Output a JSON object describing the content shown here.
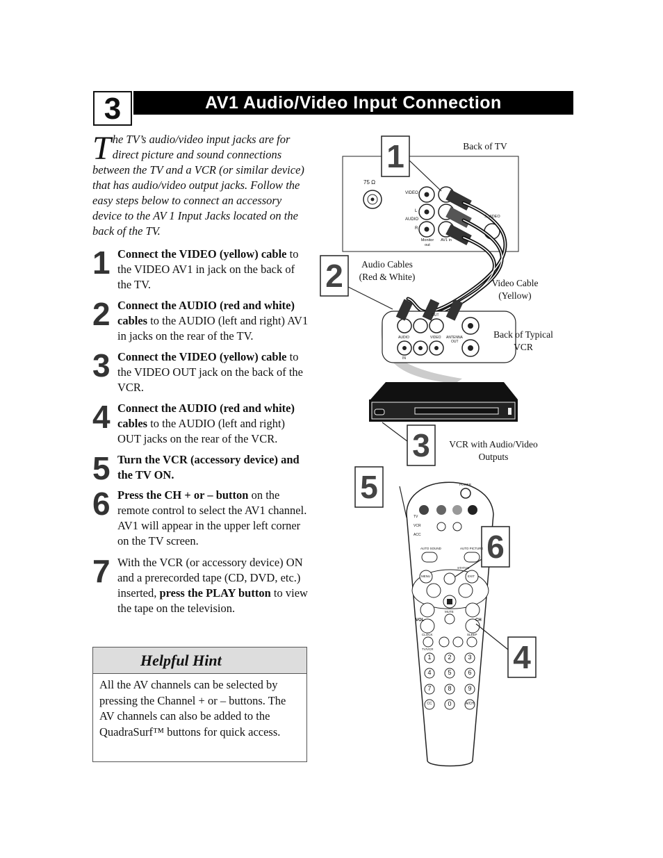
{
  "section": {
    "number": "3",
    "title": "AV1 Audio/Video Input Connection"
  },
  "intro": {
    "dropcap": "T",
    "text": "he TV’s audio/video input jacks are for direct picture and sound connections between the TV and a VCR (or similar device) that has audio/video output jacks. Follow the easy steps below to connect an accessory device to the AV 1 Input Jacks located on the back of the TV."
  },
  "steps": [
    {
      "num": "1",
      "bold": "Connect the VIDEO (yellow) cable",
      "rest": " to the VIDEO AV1 in jack on the back of the TV."
    },
    {
      "num": "2",
      "bold": "Connect the AUDIO (red and white) cables",
      "rest": " to the AUDIO (left and right) AV1 in jacks on the rear of the TV."
    },
    {
      "num": "3",
      "bold": "Connect the VIDEO (yellow) cable",
      "rest": " to the VIDEO OUT jack on the back of the VCR."
    },
    {
      "num": "4",
      "bold": "Connect the AUDIO (red and white) cables",
      "rest": " to the AUDIO (left and right) OUT jacks on the rear of the VCR."
    },
    {
      "num": "5",
      "bold": "Turn the VCR (accessory device) and the TV ON.",
      "rest": ""
    },
    {
      "num": "6",
      "bold": "Press the CH + or – button",
      "rest": " on the remote control to select the AV1 channel. AV1 will appear in the upper left corner on the TV screen."
    },
    {
      "num": "7",
      "pre": "With the VCR (or accessory device) ON and a prerecorded tape (CD, DVD, etc.) inserted, ",
      "bold": "press the PLAY button",
      "rest": " to view the tape on the television."
    }
  ],
  "hint": {
    "title": "Helpful Hint",
    "body": "All the AV channels can be selected by pressing the Channel + or – buttons. The AV channels can also be added to the QuadraSurf™ buttons for quick access."
  },
  "figure": {
    "back_of_tv": "Back of TV",
    "audio_cables": "Audio Cables (Red & White)",
    "video_cable": "Video Cable (Yellow)",
    "back_of_vcr": "Back of Typical VCR",
    "vcr_with": "VCR with Audio/Video Outputs",
    "tv_panel": {
      "ohm": "75 Ω",
      "video": "VIDEO",
      "l": "L",
      "audio": "AUDIO",
      "r": "R",
      "monitor_out": "Monitor out",
      "av1_in": "AV1 in",
      "svideo": "S-VIDEO"
    },
    "vcr_panel": {
      "out": "OUT",
      "audio": "AUDIO",
      "video": "VIDEO",
      "in": "IN",
      "antenna": "ANTENNA",
      "antenna_out": "OUT"
    },
    "remote": {
      "power": "POWER",
      "tv": "TV",
      "vcr": "VCR",
      "acc": "ACC",
      "auto_sound": "AUTO SOUND",
      "auto_picture": "AUTO PICTURE",
      "menu": "MENU",
      "exit": "EXIT",
      "status": "STATUS",
      "vol": "VOL",
      "ch": "CH",
      "mute": "MUTE",
      "clock": "CLOCK",
      "sleep": "SLEEP",
      "tvvcr": "TV/VCR",
      "cc": "CC",
      "a_ch": "A/CH",
      "digits": [
        "1",
        "2",
        "3",
        "4",
        "5",
        "6",
        "7",
        "8",
        "9",
        "0"
      ]
    },
    "callouts": [
      "1",
      "2",
      "3",
      "4",
      "5",
      "6"
    ]
  }
}
